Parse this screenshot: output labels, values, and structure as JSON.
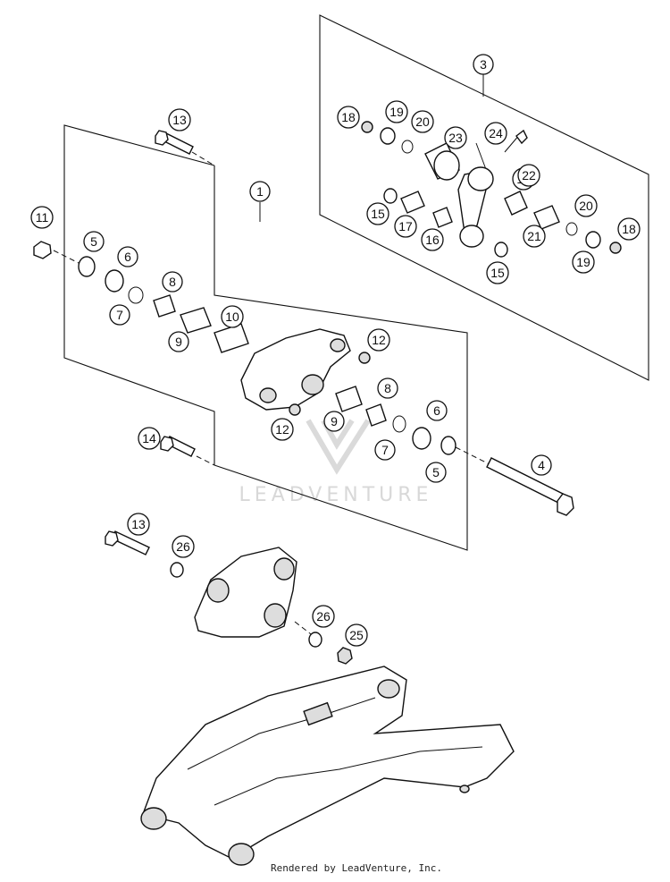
{
  "diagram": {
    "callouts": [
      "1",
      "3",
      "4",
      "5",
      "5",
      "6",
      "6",
      "7",
      "7",
      "8",
      "8",
      "9",
      "9",
      "10",
      "11",
      "12",
      "12",
      "13",
      "13",
      "14",
      "15",
      "15",
      "16",
      "16",
      "17",
      "18",
      "18",
      "19",
      "19",
      "20",
      "20",
      "21",
      "22",
      "23",
      "24",
      "25",
      "26",
      "26"
    ]
  },
  "watermark": {
    "text": "LEADVENTURE"
  },
  "footer": {
    "text": "Rendered by LeadVenture, Inc."
  }
}
